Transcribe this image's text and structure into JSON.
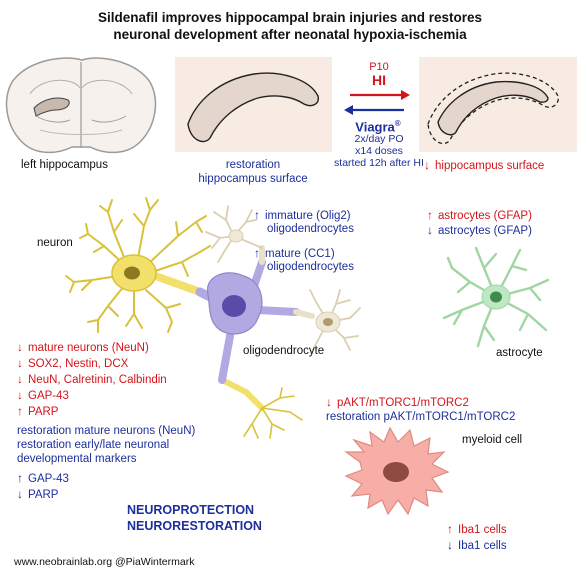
{
  "title": {
    "line1": "Sildenafil improves hippocampal brain injuries and restores",
    "line2": "neuronal development after neonatal hypoxia-ischemia"
  },
  "top": {
    "left_caption": "left hippocampus",
    "middle_caption_1": "restoration",
    "middle_caption_2": "hippocampus surface",
    "p10": "P10",
    "hi": "HI",
    "viagra": "Viagra",
    "viagra_reg": "®",
    "dose_1": "2x/day PO",
    "dose_2": "x14 doses",
    "dose_3": "started 12h after HI",
    "right_caption": "hippocampus surface"
  },
  "cells": {
    "neuron": "neuron",
    "oligodendrocyte": "oligodendrocyte",
    "astrocyte": "astrocyte",
    "myeloid": "myeloid cell"
  },
  "oligo_text": {
    "immature_1": "immature (Olig2)",
    "immature_2": "oligodendrocytes",
    "mature_1": "mature (CC1)",
    "mature_2": "oligodendrocytes"
  },
  "astro_text": {
    "up": "astrocytes (GFAP)",
    "down": "astrocytes (GFAP)"
  },
  "neuron_red": [
    "mature neurons (NeuN)",
    "SOX2, Nestin, DCX",
    "NeuN, Calretinin, Calbindin",
    "GAP-43",
    "PARP"
  ],
  "neuron_blue": {
    "line1": "restoration mature neurons (NeuN)",
    "line2": "restoration early/late neuronal",
    "line3": "developmental markers",
    "gap": "GAP-43",
    "parp": "PARP"
  },
  "pakt": {
    "red": "pAKT/mTORC1/mTORC2",
    "blue": "restoration pAKT/mTORC1/mTORC2"
  },
  "neuroprotection": "NEUROPROTECTION",
  "neurorestoration": "NEURORESTORATION",
  "iba": {
    "up": "Iba1 cells",
    "down": "Iba1 cells"
  },
  "footer": "www.neobrainlab.org  @PiaWintermark",
  "colors": {
    "red": "#d4151b",
    "blue": "#1d2f9c",
    "neuron_yellow": "#f3e06a",
    "oligo_purple": "#b2a8e2",
    "astro_green": "#bfe8c2",
    "myeloid_pink": "#f6aea6",
    "hippo_fill": "#e4d6cd"
  }
}
